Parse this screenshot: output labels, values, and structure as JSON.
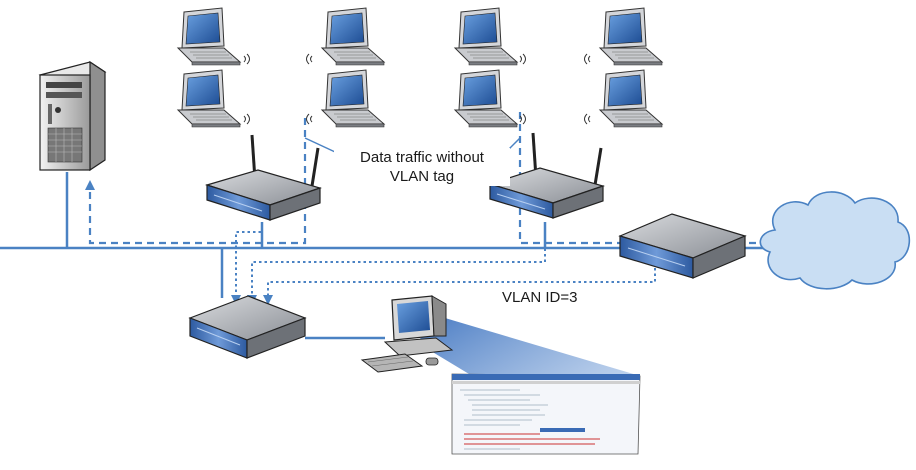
{
  "labels": {
    "untagged_line1": "Data traffic without",
    "untagged_line2": "VLAN tag",
    "vlan_id": "VLAN ID=3"
  },
  "colors": {
    "link": "#4a82c3",
    "device_top": "#7d8188",
    "device_front": "#3f6fb6",
    "screen": "#2f5fa8",
    "cloud_fill": "#c9def3",
    "cloud_stroke": "#4a82c3"
  },
  "icons": [
    "server-icon",
    "laptop-icon",
    "access-point-icon",
    "switch-icon",
    "router-icon",
    "workstation-icon",
    "cloud-icon"
  ]
}
